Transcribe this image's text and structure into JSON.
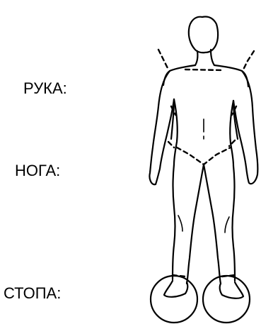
{
  "labels": {
    "arm": "РУКА:",
    "leg": "НОГА:",
    "foot": "СТОПА:"
  },
  "colors": {
    "stroke": "#000000",
    "background": "#ffffff"
  }
}
